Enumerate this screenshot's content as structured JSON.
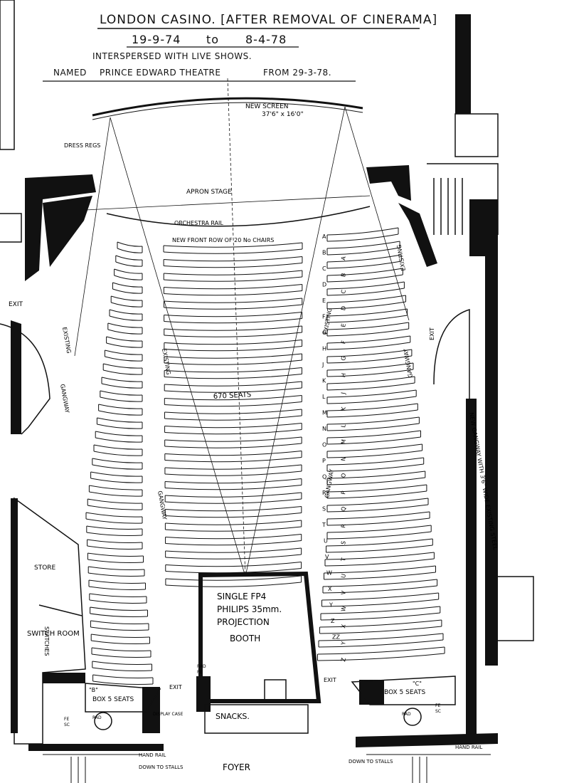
{
  "header": {
    "title": "LONDON CASINO. [AFTER REMOVAL OF CINERAMA]",
    "date_from": "19-9-74",
    "date_to_word": "to",
    "date_to": "8-4-78",
    "note": "INTERSPERSED WITH LIVE SHOWS.",
    "named_prefix": "NAMED",
    "named_theatre": "PRINCE EDWARD THEATRE",
    "named_from": "FROM 29-3-78."
  },
  "labels": {
    "new_screen": "NEW SCREEN",
    "screen_size": "37'6\" x 16'0\"",
    "apron_stage": "APRON STAGE",
    "orchestra_rail": "ORCHESTRA RAIL",
    "front_row": "NEW FRONT ROW OF 20 No CHAIRS",
    "seats_count": "670 SEATS",
    "gangway": "GANGWAY",
    "existing": "EXISTING",
    "exit": "EXIT",
    "dress_regs": "DRESS REGS",
    "store": "STORE",
    "switch_room": "SWITCH ROOM",
    "switches": "SWITCHES",
    "projection_line1": "SINGLE FP4",
    "projection_line2": "PHILIPS 35mm.",
    "projection_line3": "PROJECTION",
    "projection_line4": "BOOTH",
    "snacks": "SNACKS.",
    "box_left": "BOX 5 SEATS",
    "box_right": "BOX 5 SEATS",
    "box_left_tag": "\"B\"",
    "box_right_tag": "\"C\"",
    "foyer": "FOYER",
    "new_gangway": "NEW GANGWAY WITH 3'6\" WIDE EXISTING STEEL",
    "display_case": "DISPLAY CASE",
    "hand_rail": "HAND RAIL",
    "down_to_stalls": "DOWN TO STALLS",
    "rad": "RAD",
    "fe": "FE",
    "sc": "SC"
  },
  "row_letters_right": [
    "A",
    "B",
    "C",
    "D",
    "E",
    "F",
    "G",
    "H",
    "J",
    "K",
    "L",
    "M",
    "N",
    "O",
    "P",
    "Q",
    "R",
    "S",
    "T",
    "U",
    "V",
    "W",
    "X",
    "Y",
    "Z",
    "ZZ"
  ],
  "row_letters_center": [
    "Z",
    "Y",
    "X",
    "W",
    "V",
    "U",
    "T",
    "S",
    "R",
    "Q",
    "P",
    "O",
    "N",
    "M",
    "L",
    "K",
    "J",
    "H",
    "G",
    "F",
    "E",
    "D",
    "C",
    "B",
    "A"
  ]
}
